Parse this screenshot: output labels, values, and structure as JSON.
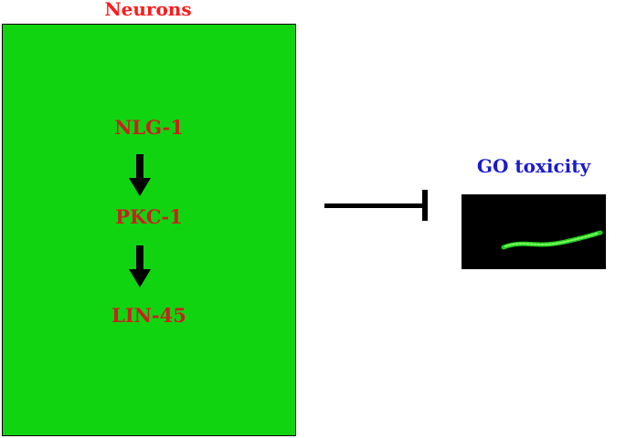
{
  "neurons": {
    "title": "Neurons",
    "genes": [
      "NLG-1",
      "PKC-1",
      "LIN-45"
    ]
  },
  "effect": {
    "label": "GO toxicity"
  },
  "colors": {
    "panel_background": "#11d411",
    "title_text": "#ff1a1a",
    "gene_text": "#cc1f1f",
    "effect_text": "#1a1acc",
    "worm_fluorescence": "#33ff33"
  },
  "icons": {
    "pathway_arrow": "down-arrow-icon",
    "inhibition": "inhibition-bar-icon"
  }
}
